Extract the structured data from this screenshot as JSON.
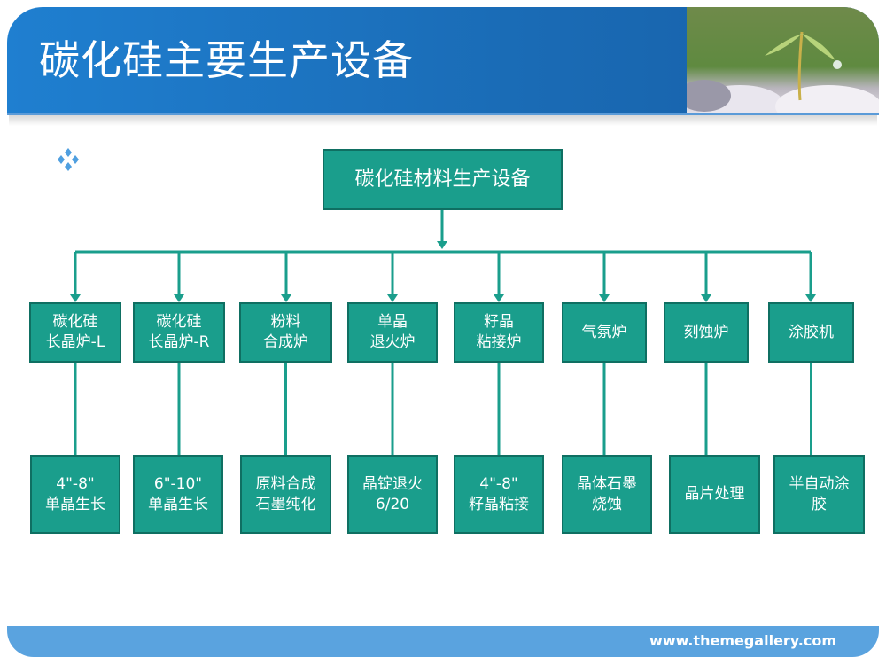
{
  "header": {
    "title": "碳化硅主要生产设备"
  },
  "root": {
    "label": "碳化硅材料生产设备"
  },
  "equipment": [
    {
      "name": "碳化硅\n长晶炉-L",
      "detail": "4\"-8\"\n单晶生长"
    },
    {
      "name": "碳化硅\n长晶炉-R",
      "detail": "6\"-10\"\n单晶生长"
    },
    {
      "name": "粉料\n合成炉",
      "detail": "原料合成\n石墨纯化"
    },
    {
      "name": "单晶\n退火炉",
      "detail": "晶锭退火\n6/20"
    },
    {
      "name": "籽晶\n粘接炉",
      "detail": "4\"-8\"\n籽晶粘接"
    },
    {
      "name": "气氛炉",
      "detail": "晶体石墨\n烧蚀"
    },
    {
      "name": "刻蚀炉",
      "detail": "晶片处理"
    },
    {
      "name": "涂胶机",
      "detail": "半自动涂\n胶"
    }
  ],
  "footer": {
    "url": "www.themegallery.com"
  },
  "colors": {
    "box": "#1a9e8c",
    "border": "#0f6f62",
    "line": "#1a9e8c",
    "banner": "#1f7fd0"
  }
}
